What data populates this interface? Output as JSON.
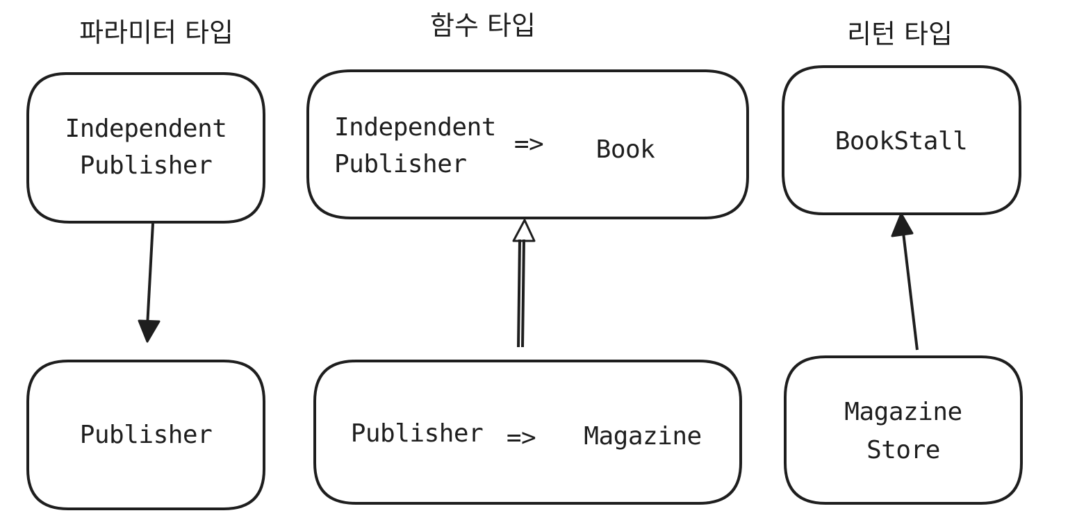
{
  "headers": {
    "parameter": "파라미터 타입",
    "function": "함수 타입",
    "return": "리턴 타입"
  },
  "parameter_column": {
    "top_line1": "Independent",
    "top_line2": "Publisher",
    "bottom": "Publisher"
  },
  "function_column": {
    "top_param_line1": "Independent",
    "top_param_line2": "Publisher",
    "top_arrow": "=>",
    "top_return": "Book",
    "bottom_param": "Publisher",
    "bottom_arrow": "=>",
    "bottom_return": "Magazine"
  },
  "return_column": {
    "top": "BookStall",
    "bottom_line1": "Magazine",
    "bottom_line2": "Store"
  }
}
